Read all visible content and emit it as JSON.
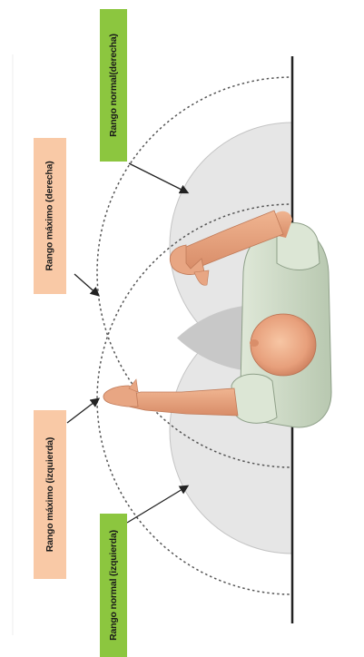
{
  "labels": {
    "normal_right": "Rango normal(derecha)",
    "max_right": "Rango máximo (derecha)",
    "max_left": "Rango máximo (izquierda)",
    "normal_left": "Rango normal (izquierda)"
  },
  "colors": {
    "normal_range_label": "#8cc63f",
    "max_range_label": "#f9c9a6",
    "normal_zone_fill": "#e6e6e6",
    "overlap_zone_fill": "#c9c9c9",
    "dotted_arc": "#555555",
    "pointer_arrow": "#222222",
    "table_edge": "#222222"
  },
  "figure": "top-down view of seated worker reaching across desk"
}
